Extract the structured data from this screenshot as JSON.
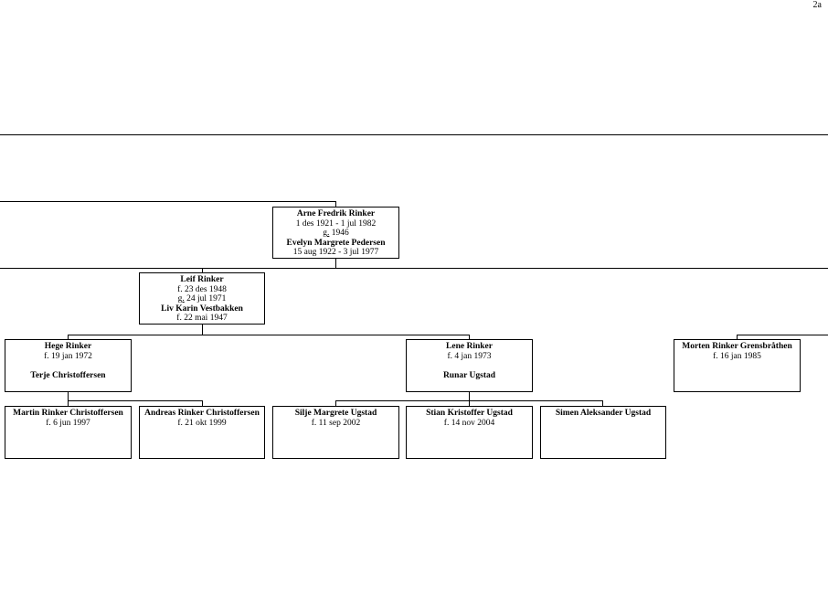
{
  "page": {
    "number": "2a"
  },
  "people": {
    "arne": {
      "name": "Arne Fredrik Rinker",
      "dates": "1 des 1921 - 1 jul 1982",
      "marriage_prefix": "g.",
      "marriage_year": "1946",
      "spouse": "Evelyn Margrete Pedersen",
      "spouse_dates": "15 aug 1922 - 3 jul 1977"
    },
    "leif": {
      "name": "Leif Rinker",
      "birth": "f. 23 des 1948",
      "marriage_prefix": "g.",
      "marriage_date": "24 jul 1971",
      "spouse": "Liv Karin Vestbakken",
      "spouse_birth": "f. 22 mai 1947"
    },
    "hege": {
      "name": "Hege Rinker",
      "birth": "f. 19 jan 1972",
      "spouse": "Terje Christoffersen"
    },
    "lene": {
      "name": "Lene Rinker",
      "birth": "f. 4 jan 1973",
      "spouse": "Runar Ugstad"
    },
    "morten": {
      "name": "Morten Rinker Grensbråthen",
      "birth": "f. 16 jan 1985"
    },
    "martin": {
      "name": "Martin Rinker Christoffersen",
      "birth": "f. 6 jun 1997"
    },
    "andreas": {
      "name": "Andreas Rinker Christoffersen",
      "birth": "f. 21 okt 1999"
    },
    "silje": {
      "name": "Silje Margrete Ugstad",
      "birth": "f. 11 sep 2002"
    },
    "stian": {
      "name": "Stian Kristoffer Ugstad",
      "birth": "f. 14 nov 2004"
    },
    "simen": {
      "name": "Simen Aleksander Ugstad"
    }
  }
}
